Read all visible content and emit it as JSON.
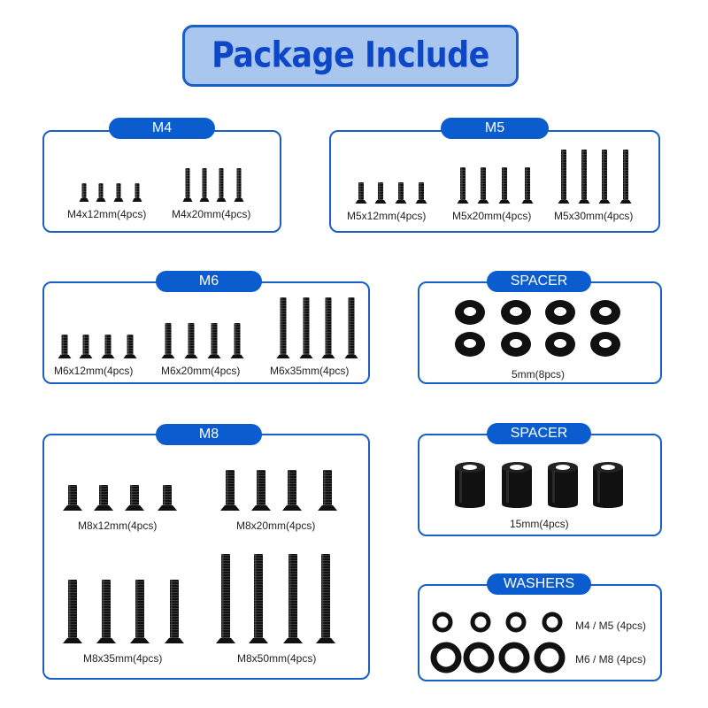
{
  "title": "Package Include",
  "colors": {
    "accent": "#0a5ccf",
    "border": "#1a5fc4",
    "title_fill": "#a9c6ef",
    "title_text": "#0d47c7"
  },
  "panels": {
    "m4": {
      "tab": "M4",
      "labels": [
        "M4x12mm(4pcs)",
        "M4x20mm(4pcs)"
      ]
    },
    "m5": {
      "tab": "M5",
      "labels": [
        "M5x12mm(4pcs)",
        "M5x20mm(4pcs)",
        "M5x30mm(4pcs)"
      ]
    },
    "m6": {
      "tab": "M6",
      "labels": [
        "M6x12mm(4pcs)",
        "M6x20mm(4pcs)",
        "M6x35mm(4pcs)"
      ]
    },
    "m8": {
      "tab": "M8",
      "labels": [
        "M8x12mm(4pcs)",
        "M8x20mm(4pcs)",
        "M8x35mm(4pcs)",
        "M8x50mm(4pcs)"
      ]
    },
    "spacer5": {
      "tab": "SPACER",
      "label": "5mm(8pcs)"
    },
    "spacer15": {
      "tab": "SPACER",
      "label": "15mm(4pcs)"
    },
    "washers": {
      "tab": "WASHERS",
      "labels": [
        "M4 / M5 (4pcs)",
        "M6 / M8 (4pcs)"
      ]
    }
  }
}
